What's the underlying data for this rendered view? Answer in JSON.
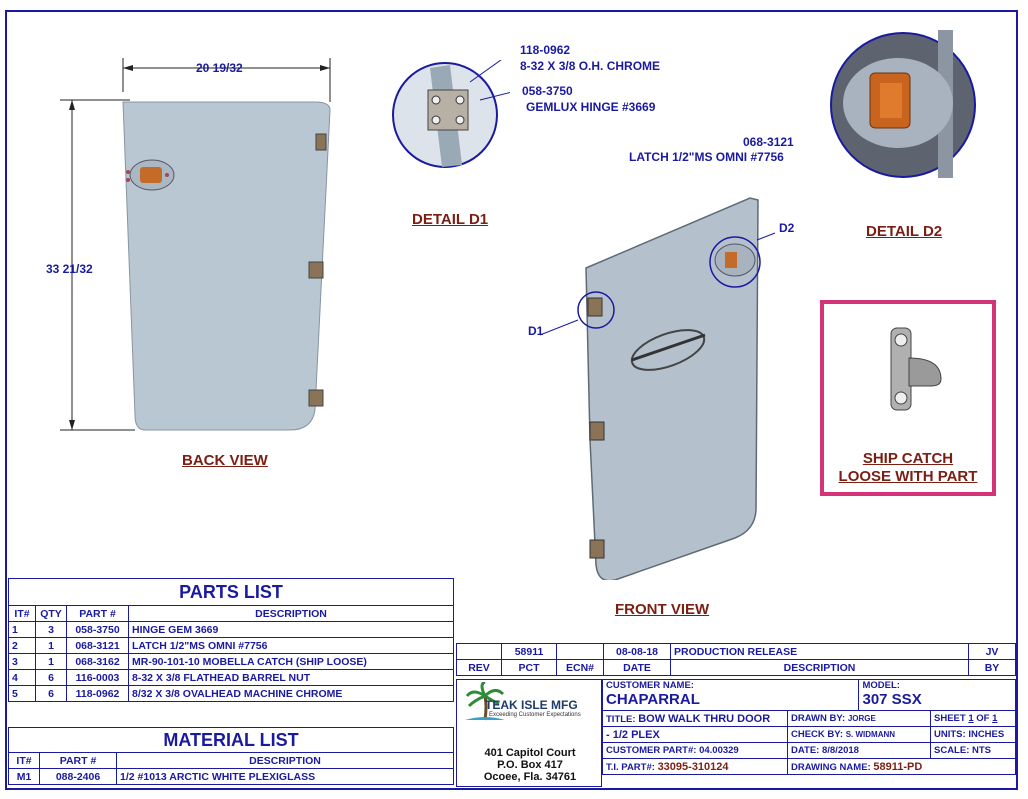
{
  "views": {
    "back_view": "BACK VIEW",
    "front_view": "FRONT VIEW",
    "detail_d1": "DETAIL  D1",
    "detail_d2": "DETAIL  D2",
    "width_dim": "20 19/32",
    "height_dim": "33 21/32",
    "d1": "D1",
    "d2": "D2"
  },
  "callouts": {
    "c1_num": "118-0962",
    "c1_desc": "8-32 X 3/8 O.H. CHROME",
    "c2_num": "058-3750",
    "c2_desc": "GEMLUX HINGE #3669",
    "c3_num": "068-3121",
    "c3_desc": "LATCH 1/2\"MS OMNI #7756"
  },
  "ship_catch": {
    "line1": "SHIP CATCH",
    "line2": "LOOSE WITH PART"
  },
  "parts_list": {
    "title": "PARTS LIST",
    "headers": [
      "IT#",
      "QTY",
      "PART #",
      "DESCRIPTION"
    ],
    "rows": [
      [
        "1",
        "3",
        "058-3750",
        "HINGE GEM 3669"
      ],
      [
        "2",
        "1",
        "068-3121",
        "LATCH 1/2\"MS OMNI #7756"
      ],
      [
        "3",
        "1",
        "068-3162",
        "MR-90-101-10  MOBELLA CATCH (SHIP LOOSE)"
      ],
      [
        "4",
        "6",
        "116-0003",
        "8-32 X 3/8 FLATHEAD BARREL NUT"
      ],
      [
        "5",
        "6",
        "118-0962",
        "8/32 X 3/8 OVALHEAD MACHINE CHROME"
      ]
    ]
  },
  "material_list": {
    "title": "MATERIAL LIST",
    "headers": [
      "IT#",
      "PART #",
      "DESCRIPTION"
    ],
    "rows": [
      [
        "M1",
        "088-2406",
        "1/2 #1013 ARCTIC WHITE PLEXIGLASS"
      ]
    ]
  },
  "revision": {
    "row": [
      "",
      "58911",
      "",
      "08-08-18",
      "PRODUCTION RELEASE",
      "JV"
    ],
    "headers": [
      "REV",
      "PCT",
      "ECN#",
      "DATE",
      "DESCRIPTION",
      "BY"
    ]
  },
  "title_block": {
    "company": "TEAK ISLE MFG",
    "tagline": "Exceeding Customer Expectations",
    "address1": "401 Capitol Court",
    "address2": "P.O. Box 417",
    "address3": "Ocoee, Fla. 34761",
    "customer_label": "CUSTOMER NAME:",
    "customer": "CHAPARRAL",
    "model_label": "MODEL:",
    "model": "307 SSX",
    "title_label": "TITLE:",
    "title_1": "BOW WALK THRU DOOR",
    "title_2": "- 1/2 PLEX",
    "drawn_label": "DRAWN BY:",
    "drawn": "JORGE",
    "sheet_label": "SHEET",
    "sheet_num": "1",
    "of_label": "OF",
    "sheet_total": "1",
    "check_label": "CHECK BY:",
    "check": "S. WIDMANN",
    "units_label": "UNITS:",
    "units": "INCHES",
    "cust_part_label": "CUSTOMER PART#:",
    "cust_part": "04.00329",
    "date_label": "DATE:",
    "date": "8/8/2018",
    "scale_label": "SCALE:",
    "scale": "NTS",
    "ti_part_label": "T.I. PART#:",
    "ti_part": "33095-310124",
    "drawing_label": "DRAWING NAME:",
    "drawing": "58911-PD"
  },
  "colors": {
    "ink": "#1a1aa0",
    "title_red": "#7a1f14",
    "panel": "#b9c7d3",
    "ship_border": "#d4337a"
  }
}
